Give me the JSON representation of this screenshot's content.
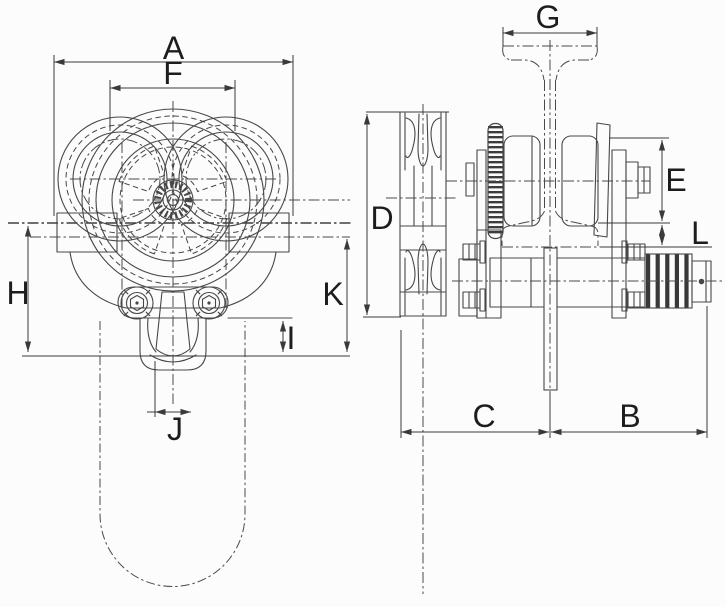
{
  "labels": {
    "A": "A",
    "B": "B",
    "C": "C",
    "D": "D",
    "E": "E",
    "F": "F",
    "G": "G",
    "H": "H",
    "I": "I",
    "J": "J",
    "K": "K",
    "L": "L"
  },
  "views": {
    "front_view_dimensions": [
      "A",
      "F",
      "H",
      "K",
      "I",
      "J"
    ],
    "side_view_dimensions": [
      "G",
      "D",
      "E",
      "L",
      "C",
      "B"
    ]
  },
  "colors": {
    "line": "#474747",
    "dimension_line": "#3a3a3a",
    "label": "#1d1d1d",
    "background": "#fcfcfc"
  }
}
